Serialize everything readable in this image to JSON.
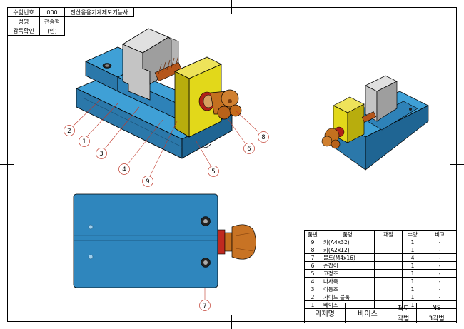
{
  "info_block": {
    "exam_no_label": "수험번호",
    "exam_no_value": "000",
    "course": "전산응용기계제도기능사",
    "name_label": "성명",
    "name_value": "전승혁",
    "supervisor_label": "감독확인",
    "supervisor_value": "(인)"
  },
  "callouts": [
    "1",
    "2",
    "3",
    "4",
    "5",
    "6",
    "7",
    "8",
    "9"
  ],
  "parts_list": {
    "headers": [
      "품번",
      "품명",
      "재질",
      "수량",
      "비고"
    ],
    "rows": [
      {
        "no": "9",
        "name": "키(A4x32)",
        "material": "",
        "qty": "1",
        "note": "-"
      },
      {
        "no": "8",
        "name": "키(A2x12)",
        "material": "",
        "qty": "1",
        "note": "-"
      },
      {
        "no": "7",
        "name": "볼트(M4x16)",
        "material": "",
        "qty": "4",
        "note": "-"
      },
      {
        "no": "6",
        "name": "손잡이",
        "material": "",
        "qty": "1",
        "note": "-"
      },
      {
        "no": "5",
        "name": "고정조",
        "material": "",
        "qty": "1",
        "note": "-"
      },
      {
        "no": "4",
        "name": "나사축",
        "material": "",
        "qty": "1",
        "note": "-"
      },
      {
        "no": "3",
        "name": "이동조",
        "material": "",
        "qty": "1",
        "note": "-"
      },
      {
        "no": "2",
        "name": "가이드 블록",
        "material": "",
        "qty": "1",
        "note": "-"
      },
      {
        "no": "1",
        "name": "베이스",
        "material": "",
        "qty": "1",
        "note": "-"
      }
    ]
  },
  "title_block": {
    "subject_label": "과제명",
    "subject_value": "바이스",
    "scale_label": "척도",
    "scale_value": "NS",
    "projection_label": "각법",
    "projection_value": "3각법"
  },
  "colors": {
    "base_blue": "#2f86bd",
    "base_top": "#3fa0d6",
    "jaw_yellow": "#e2d81a",
    "handle_orange": "#c4701f",
    "steel_gray": "#bdbdbd"
  }
}
